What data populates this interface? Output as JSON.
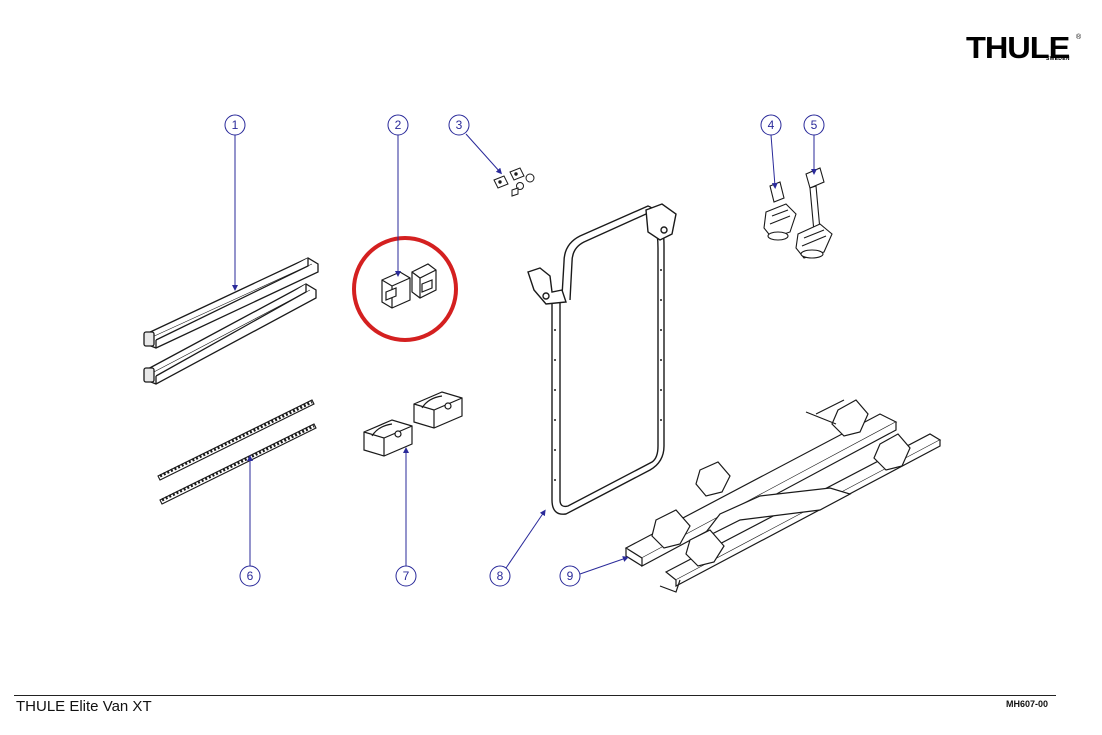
{
  "brand": {
    "logo_word": "THULE",
    "logo_sub": "SWEDEN",
    "logo_reg": "®"
  },
  "callouts": [
    "1",
    "2",
    "3",
    "4",
    "5",
    "6",
    "7",
    "8",
    "9"
  ],
  "footer": {
    "title": "THULE Elite Van XT",
    "code": "MH607-00"
  },
  "colors": {
    "callout_line": "#2a2a9a",
    "highlight_circle": "#d42020",
    "drawing_line": "#1a1a1a"
  }
}
